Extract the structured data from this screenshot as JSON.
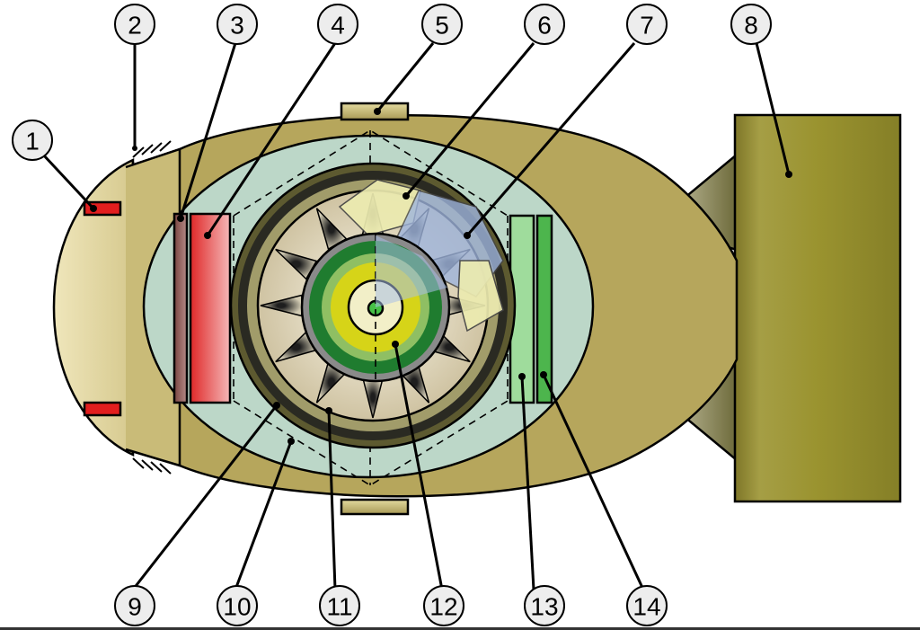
{
  "callouts": [
    {
      "label": "1"
    },
    {
      "label": "2"
    },
    {
      "label": "3"
    },
    {
      "label": "4"
    },
    {
      "label": "5"
    },
    {
      "label": "6"
    },
    {
      "label": "7"
    },
    {
      "label": "8"
    },
    {
      "label": "9"
    },
    {
      "label": "10"
    },
    {
      "label": "11"
    },
    {
      "label": "12"
    },
    {
      "label": "13"
    },
    {
      "label": "14"
    }
  ],
  "colors": {
    "casing": "#b7a55e",
    "casing_light": "#e6dcaa",
    "fin_box": "#8f8a2e",
    "inner_shell": "#bcd7c8",
    "red_block": "#e23a3a",
    "brown_plate": "#8a5550",
    "green_plate_light": "#9ed99a",
    "green_plate_dark": "#4cb44c",
    "core_green": "#1f7d2e",
    "core_yellow": "#d8d420",
    "wedge_blue": "#9fb6dc",
    "wedge_pale": "#e8e8a8"
  }
}
